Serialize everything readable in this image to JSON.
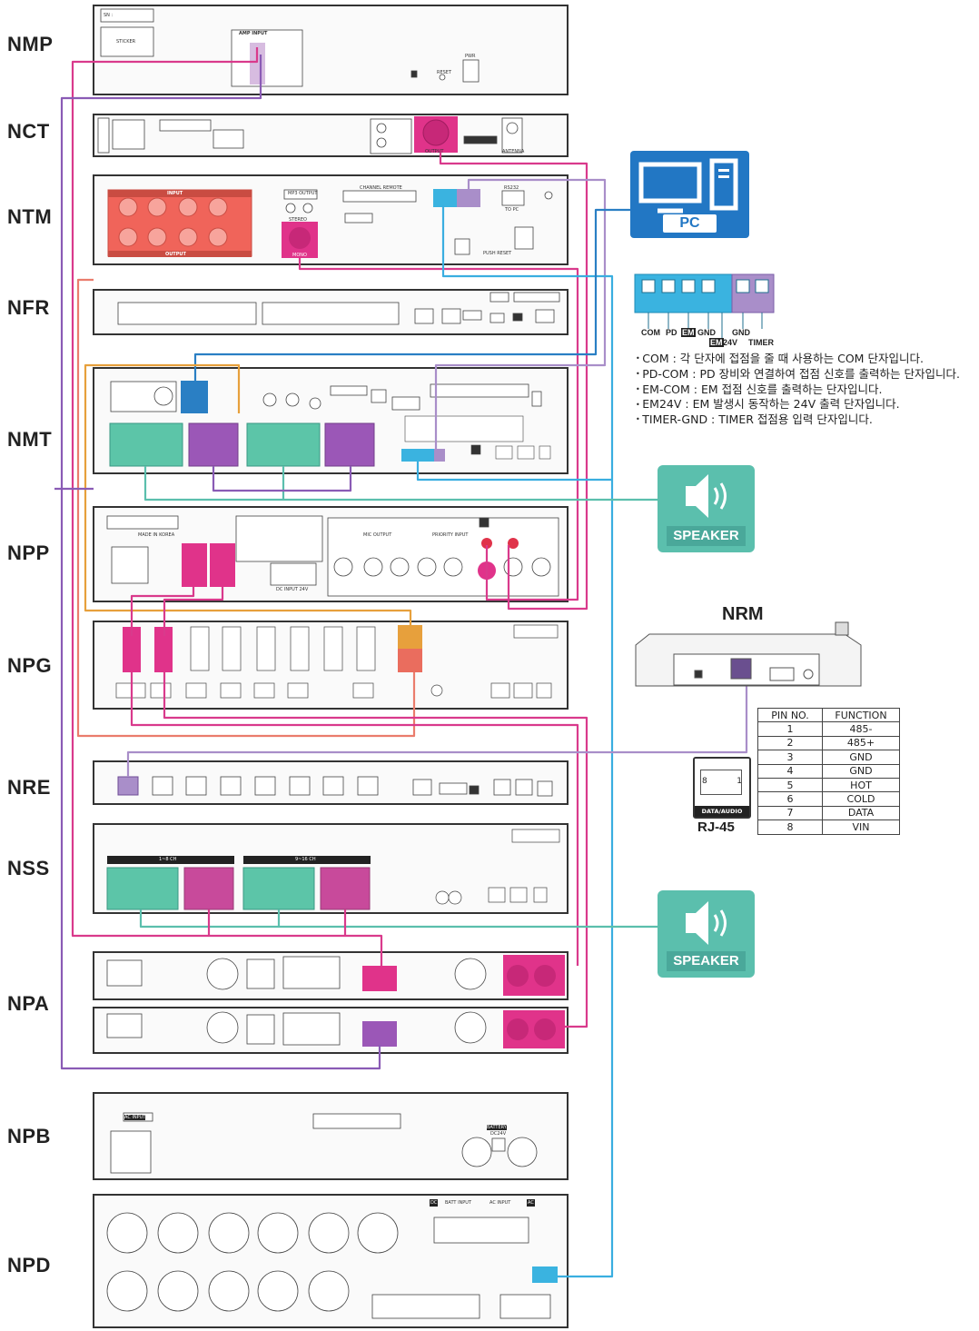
{
  "devices": [
    {
      "id": "nmp",
      "label": "NMP"
    },
    {
      "id": "nct",
      "label": "NCT"
    },
    {
      "id": "ntm",
      "label": "NTM"
    },
    {
      "id": "nfr",
      "label": "NFR"
    },
    {
      "id": "nmt",
      "label": "NMT"
    },
    {
      "id": "npp",
      "label": "NPP"
    },
    {
      "id": "npg",
      "label": "NPG"
    },
    {
      "id": "nre",
      "label": "NRE"
    },
    {
      "id": "nss",
      "label": "NSS"
    },
    {
      "id": "npa",
      "label": "NPA"
    },
    {
      "id": "npb",
      "label": "NPB"
    },
    {
      "id": "npd",
      "label": "NPD"
    }
  ],
  "panel_text": {
    "nmp_amp_input": "AMP INPUT",
    "nmp_sticker": "STICKER",
    "nmp_sn": "SN :",
    "nmp_reset": "RESET",
    "nmp_pwr": "PWR",
    "ntm_input": "INPUT",
    "ntm_output": "OUTPUT",
    "ntm_mp3": "MP3 OUTPUT",
    "ntm_stereo": "STEREO",
    "ntm_mono": "MONO",
    "ntm_channel_remote": "CHANNEL REMOTE",
    "ntm_rs232": "RS232",
    "ntm_to_pc": "TO PC",
    "ntm_reset": "PUSH RESET",
    "nct_output": "OUTPUT",
    "nct_antenna": "ANTENNA",
    "npp_made": "MADE IN KOREA",
    "npp_dc_input": "DC INPUT 24V",
    "npp_mic_output": "MIC OUTPUT",
    "npp_priority": "PRIORITY INPUT",
    "npb_ac_input": "AC INPUT",
    "npb_battery": "BATTERY",
    "npb_dc24v": "DC24V",
    "npd_dc": "DC",
    "npd_ac": "AC",
    "npd_ac_input": "AC INPUT",
    "npd_batt_input": "BATT INPUT",
    "nss_range1": "1~8 CH",
    "nss_range2": "9~16 CH"
  },
  "pc": {
    "label": "PC"
  },
  "speakers": [
    {
      "label": "SPEAKER"
    },
    {
      "label": "SPEAKER"
    }
  ],
  "terminal": {
    "labels": [
      "COM",
      "PD",
      "EM",
      "GND",
      "GND"
    ],
    "sub_labels": [
      "24V",
      "TIMER"
    ],
    "em_highlight": "EM"
  },
  "notes": [
    "COM : 각 단자에 접점을 줄 때 사용하는 COM 단자입니다.",
    "PD-COM : PD 장비와 연결하여 접점 신호를 출력하는 단자입니다.",
    "EM-COM : EM 접점 신호를 출력하는 단자입니다.",
    "EM24V : EM 발생시 동작하는 24V 출력 단자입니다.",
    "TIMER-GND : TIMER 접점용 입력 단자입니다."
  ],
  "nrm": {
    "title": "NRM"
  },
  "pin_table": {
    "headers": [
      "PIN NO.",
      "FUNCTION"
    ],
    "rows": [
      [
        "1",
        "485-"
      ],
      [
        "2",
        "485+"
      ],
      [
        "3",
        "GND"
      ],
      [
        "4",
        "GND"
      ],
      [
        "5",
        "HOT"
      ],
      [
        "6",
        "COLD"
      ],
      [
        "7",
        "DATA"
      ],
      [
        "8",
        "VIN"
      ]
    ]
  },
  "rj45": {
    "label": "RJ-45",
    "strip": "DATA/AUDIO",
    "pin_left": "8",
    "pin_right": "1"
  },
  "wire_colors": {
    "magenta": "#d93a8c",
    "purple": "#8a5bb5",
    "light_purple": "#a98ec9",
    "blue": "#2a7fc4",
    "cyan": "#3aaee0",
    "teal": "#5bbfad",
    "orange": "#e7a03c",
    "salmon": "#ea7c6c",
    "red_conn": "#f0645a",
    "pink_conn": "#e0338a",
    "green_conn": "#5cc5a8",
    "violet_conn": "#9b57b7"
  }
}
